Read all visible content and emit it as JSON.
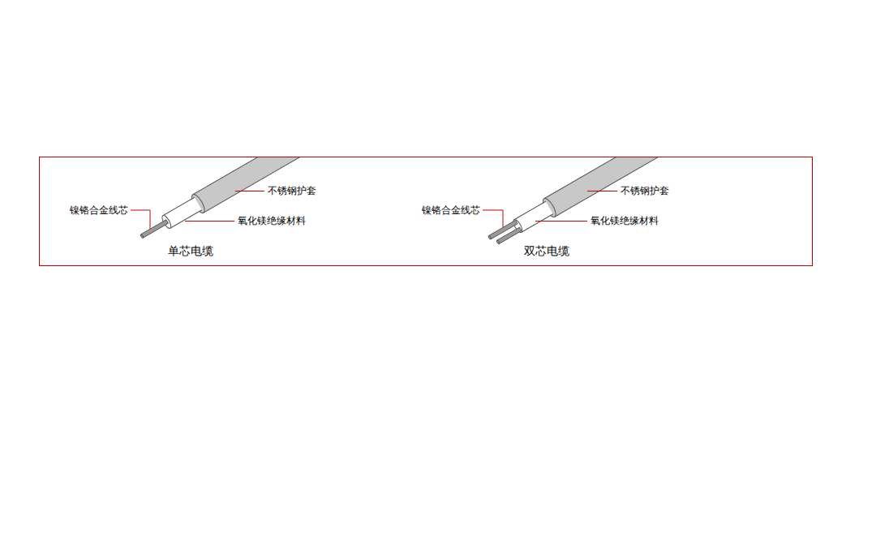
{
  "diagram": {
    "labels": [
      "不锈钢护套",
      "镍铬合金线芯",
      "氧化镁绝缘材料",
      "单芯电缆",
      "不锈钢护套",
      "镍铬合金线芯",
      "氧化镁绝缘材料",
      "双芯电缆"
    ]
  }
}
